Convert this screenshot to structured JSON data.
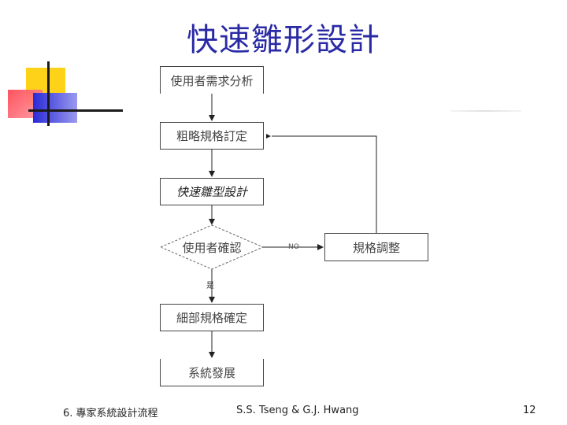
{
  "title": "快速雛形設計",
  "flowchart": {
    "nodes": {
      "user_needs": "使用者需求分析",
      "spec_draft": "粗略規格訂定",
      "prototype": "快速雛型設計",
      "user_confirm": "使用者確認",
      "spec_adjust": "規格調整",
      "detail_spec": "細部規格確定",
      "system_dev": "系統發展"
    },
    "edge_labels": {
      "no": "NO",
      "yes": "是"
    }
  },
  "footer": {
    "left": "6. 專家系統設計流程",
    "center": "S.S. Tseng & G.J. Hwang",
    "page_number": "12"
  }
}
